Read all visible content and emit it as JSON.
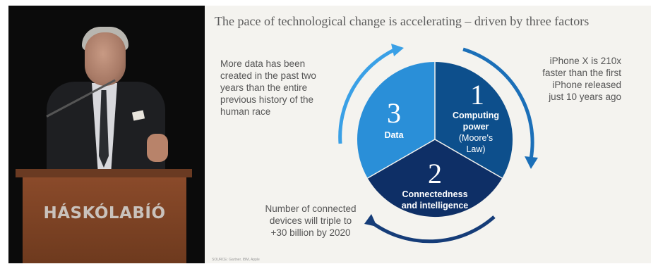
{
  "slide": {
    "title": "The pace of technological change is accelerating – driven by three factors",
    "source": "SOURCE: Gartner, IBM, Apple",
    "notes": {
      "data": "More data has been\ncreated in the past two\nyears than the entire\nprevious history of the\nhuman race",
      "computing": "iPhone X is 210x\nfaster than the first\niPhone released\njust 10 years ago",
      "connected": "Number of connected\ndevices will triple to\n+30 billion by 2020"
    },
    "segments": {
      "computing": {
        "number": "1",
        "label_line1": "Computing",
        "label_line2": "power",
        "sub_line1": "(Moore's",
        "sub_line2": "Law)"
      },
      "connected": {
        "number": "2",
        "label_line1": "Connectedness",
        "label_line2": "and intelligence"
      },
      "data": {
        "number": "3",
        "label_line1": "Data"
      }
    },
    "colors": {
      "computing": "#0d4f8c",
      "connected": "#0e2f66",
      "data": "#2a8fd8",
      "arrow_light": "#3aa0e6",
      "arrow_mid": "#1b6fb8",
      "arrow_dark": "#153c78"
    }
  },
  "video": {
    "podium_label": "HÁSKÓLABÍÓ"
  }
}
